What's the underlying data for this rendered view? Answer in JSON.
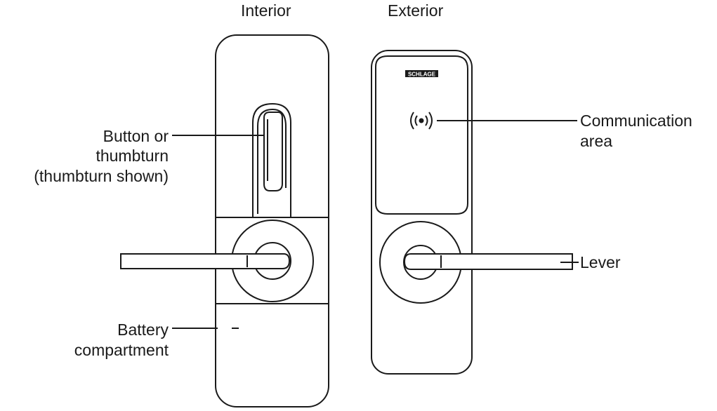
{
  "headings": {
    "interior": "Interior",
    "exterior": "Exterior"
  },
  "callouts": {
    "button_line1": "Button or",
    "button_line2": "thumbturn",
    "button_line3": "(thumbturn shown)",
    "battery_line1": "Battery",
    "battery_line2": "compartment",
    "communication_line1": "Communication",
    "communication_line2": "area",
    "lever": "Lever"
  },
  "logo_text": "SCHLAGE"
}
